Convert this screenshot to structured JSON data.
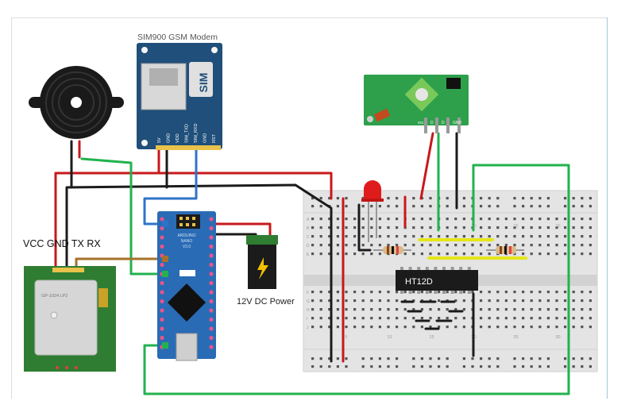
{
  "labels": {
    "modem": "SIM900 GSM Modem",
    "modem_sim": "SIM",
    "modem_pins": [
      "5V",
      "GND",
      "VDD",
      "SIM_TXD",
      "SIM_RXD",
      "GND",
      "RST"
    ],
    "gps_pins": "VCC GND TX RX",
    "gps_chip": "GP-1024 LP2",
    "power": "12V DC Power",
    "ic": "HT12D",
    "rf_pins": [
      "vcc",
      "D",
      "D",
      "GND"
    ],
    "nano_top": "ARDUINO",
    "nano_mid": "NANO",
    "nano_ver": "V3.0",
    "bb_rows_top": [
      "A",
      "B",
      "C",
      "D",
      "E"
    ],
    "bb_rows_bot": [
      "F",
      "G",
      "H",
      "I",
      "J"
    ],
    "bb_cols": [
      "5",
      "10",
      "15",
      "20",
      "25",
      "30"
    ],
    "bb_cols_top": [
      "20",
      "25",
      "30"
    ]
  },
  "colors": {
    "wire_red": "#c8181c",
    "wire_black": "#1b1b1b",
    "wire_green": "#22b24c",
    "wire_blue": "#2e73c8",
    "wire_brown": "#a6722a",
    "wire_yellow": "#e6e619",
    "modem_blue": "#1f4f7a",
    "nano_blue": "#2a6bb5",
    "gps_green": "#2e7d32",
    "rf_green": "#2ea04b",
    "breadboard": "#e8e8e8"
  },
  "icons": [
    "buzzer-icon",
    "bolt-icon",
    "led-icon",
    "resistor-icon",
    "sim-card-icon"
  ]
}
